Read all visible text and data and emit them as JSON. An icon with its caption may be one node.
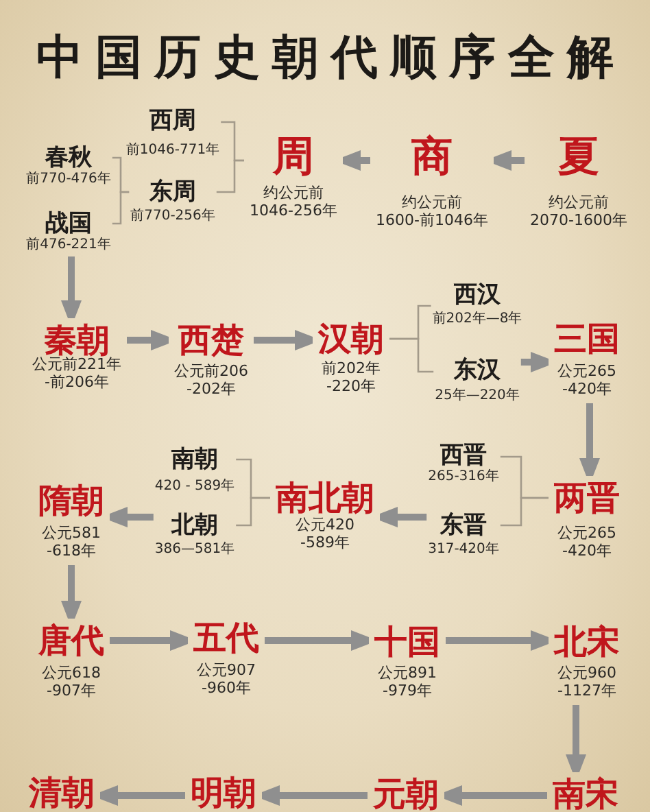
{
  "diagram": {
    "title": "中国历史朝代顺序全解",
    "nodes": [
      {
        "text": [
          "夏",
          "约公元前2070-1600年"
        ]
      },
      {
        "text": [
          "商",
          "约公元前1600-前1046年"
        ]
      },
      {
        "text": [
          "周",
          "约公元前1046-256年"
        ]
      },
      {
        "text": [
          "西周",
          "前1046-771年"
        ]
      },
      {
        "text": [
          "东周",
          "前770-256年"
        ]
      },
      {
        "text": [
          "春秋",
          "前770-476年"
        ]
      },
      {
        "text": [
          "战国",
          "前476-221年"
        ]
      },
      {
        "text": [
          "秦朝",
          "公元前221年-前206年"
        ]
      },
      {
        "text": [
          "西楚",
          "公元前206-202年"
        ]
      },
      {
        "text": [
          "汉朝",
          "前202年-220年"
        ]
      },
      {
        "text": [
          "西汉",
          "前202年—8年"
        ]
      },
      {
        "text": [
          "东汉",
          "25年—220年"
        ]
      },
      {
        "text": [
          "三国",
          "公元265-420年"
        ]
      },
      {
        "text": [
          "两晋",
          "公元265-420年"
        ]
      },
      {
        "text": [
          "西晋",
          "265-316年"
        ]
      },
      {
        "text": [
          "东晋",
          "317-420年"
        ]
      },
      {
        "text": [
          "南北朝",
          "公元420-589年"
        ]
      },
      {
        "text": [
          "南朝",
          "420 - 589年"
        ]
      },
      {
        "text": [
          "北朝",
          "386—581年"
        ]
      },
      {
        "text": [
          "隋朝",
          "公元581-618年"
        ]
      },
      {
        "text": [
          "唐代",
          "公元618-907年"
        ]
      },
      {
        "text": [
          "五代",
          "公元907-960年"
        ]
      },
      {
        "text": [
          "十国",
          "公元891-979年"
        ]
      },
      {
        "text": [
          "北宋",
          "公元960-1127年"
        ]
      },
      {
        "text": [
          "南宋"
        ]
      },
      {
        "text": [
          "元朝"
        ]
      },
      {
        "text": [
          "明朝"
        ]
      },
      {
        "text": [
          "清朝"
        ]
      }
    ],
    "edges": [
      {
        "from": 0,
        "to": 1,
        "arrow": "to"
      },
      {
        "from": 1,
        "to": 2,
        "arrow": "to"
      },
      {
        "from": 2,
        "to": 3,
        "arrow": "none",
        "color": "#a39a8a"
      },
      {
        "from": 2,
        "to": 4,
        "arrow": "none",
        "color": "#a39a8a"
      },
      {
        "from": 4,
        "to": 5,
        "arrow": "none",
        "color": "#a39a8a"
      },
      {
        "from": 4,
        "to": 6,
        "arrow": "none",
        "color": "#a39a8a"
      },
      {
        "from": 6,
        "to": 7,
        "arrow": "to"
      },
      {
        "from": 7,
        "to": 8,
        "arrow": "to"
      },
      {
        "from": 8,
        "to": 9,
        "arrow": "to"
      },
      {
        "from": 9,
        "to": 10,
        "arrow": "none",
        "color": "#a39a8a"
      },
      {
        "from": 9,
        "to": 11,
        "arrow": "none",
        "color": "#a39a8a"
      },
      {
        "from": 11,
        "to": 12,
        "arrow": "to"
      },
      {
        "from": 12,
        "to": 13,
        "arrow": "to"
      },
      {
        "from": 13,
        "to": 14,
        "arrow": "none",
        "color": "#a39a8a"
      },
      {
        "from": 13,
        "to": 15,
        "arrow": "none",
        "color": "#a39a8a"
      },
      {
        "from": 15,
        "to": 16,
        "arrow": "to"
      },
      {
        "from": 16,
        "to": 17,
        "arrow": "none",
        "color": "#a39a8a"
      },
      {
        "from": 16,
        "to": 18,
        "arrow": "none",
        "color": "#a39a8a"
      },
      {
        "from": 18,
        "to": 19,
        "arrow": "to"
      },
      {
        "from": 19,
        "to": 20,
        "arrow": "to"
      },
      {
        "from": 20,
        "to": 21,
        "arrow": "to"
      },
      {
        "from": 21,
        "to": 22,
        "arrow": "to"
      },
      {
        "from": 22,
        "to": 23,
        "arrow": "to"
      },
      {
        "from": 23,
        "to": 24,
        "arrow": "to"
      },
      {
        "from": 24,
        "to": 25,
        "arrow": "to"
      },
      {
        "from": 25,
        "to": 26,
        "arrow": "to"
      },
      {
        "from": 26,
        "to": 27,
        "arrow": "to"
      }
    ]
  }
}
